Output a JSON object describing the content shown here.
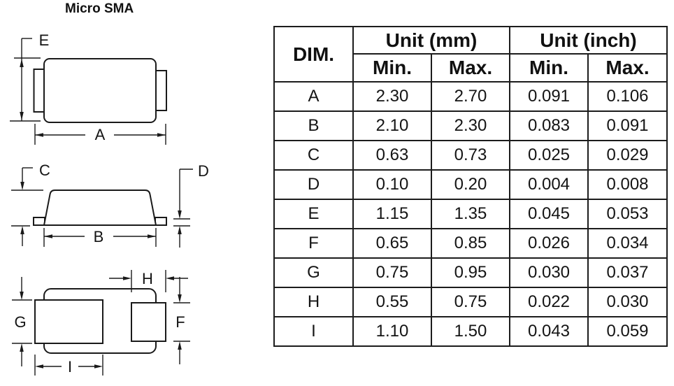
{
  "title": "Micro SMA",
  "diagram": {
    "labels": {
      "e": "E",
      "a": "A",
      "c": "C",
      "d": "D",
      "b": "B",
      "g": "G",
      "f": "F",
      "h": "H",
      "i": "I"
    }
  },
  "table": {
    "header": {
      "dim": "DIM.",
      "unit_mm": "Unit (mm)",
      "unit_inch": "Unit (inch)",
      "mm_min": "Min.",
      "mm_max": "Max.",
      "inch_min": "Min.",
      "inch_max": "Max."
    },
    "rows": [
      {
        "dim": "A",
        "mm_min": "2.30",
        "mm_max": "2.70",
        "inch_min": "0.091",
        "inch_max": "0.106"
      },
      {
        "dim": "B",
        "mm_min": "2.10",
        "mm_max": "2.30",
        "inch_min": "0.083",
        "inch_max": "0.091"
      },
      {
        "dim": "C",
        "mm_min": "0.63",
        "mm_max": "0.73",
        "inch_min": "0.025",
        "inch_max": "0.029"
      },
      {
        "dim": "D",
        "mm_min": "0.10",
        "mm_max": "0.20",
        "inch_min": "0.004",
        "inch_max": "0.008"
      },
      {
        "dim": "E",
        "mm_min": "1.15",
        "mm_max": "1.35",
        "inch_min": "0.045",
        "inch_max": "0.053"
      },
      {
        "dim": "F",
        "mm_min": "0.65",
        "mm_max": "0.85",
        "inch_min": "0.026",
        "inch_max": "0.034"
      },
      {
        "dim": "G",
        "mm_min": "0.75",
        "mm_max": "0.95",
        "inch_min": "0.030",
        "inch_max": "0.037"
      },
      {
        "dim": "H",
        "mm_min": "0.55",
        "mm_max": "0.75",
        "inch_min": "0.022",
        "inch_max": "0.030"
      },
      {
        "dim": "I",
        "mm_min": "1.10",
        "mm_max": "1.50",
        "inch_min": "0.043",
        "inch_max": "0.059"
      }
    ]
  },
  "colors": {
    "ink": "#1a1a1a",
    "background": "#ffffff"
  }
}
